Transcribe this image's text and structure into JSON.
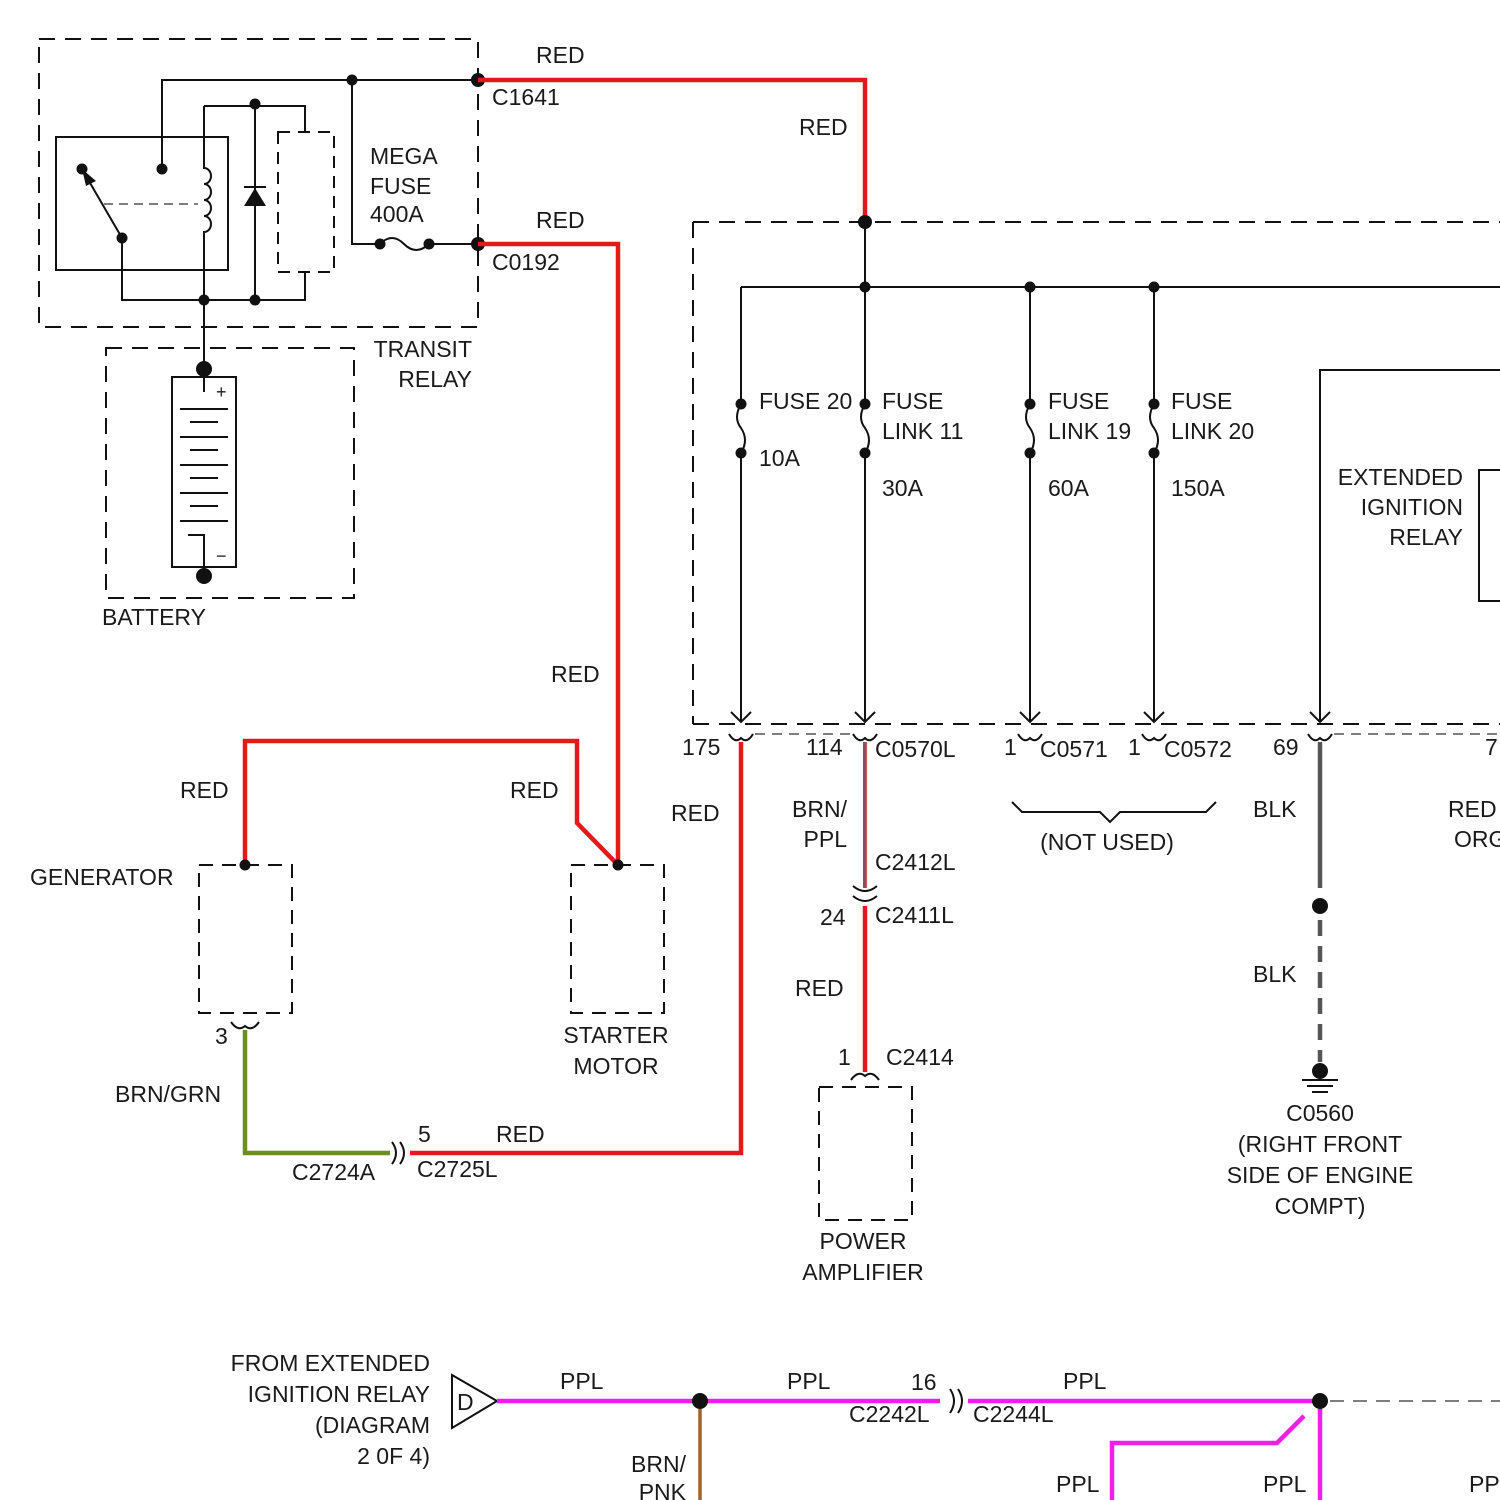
{
  "components": {
    "transit_relay": [
      "TRANSIT",
      "RELAY"
    ],
    "mega_fuse": [
      "MEGA",
      "FUSE",
      "400A"
    ],
    "battery": "BATTERY",
    "generator": "GENERATOR",
    "starter_motor": [
      "STARTER",
      "MOTOR"
    ],
    "power_amplifier": [
      "POWER",
      "AMPLIFIER"
    ],
    "extended_ignition_relay": [
      "EXTENDED",
      "IGNITION",
      "RELAY"
    ],
    "from_extended_ignition_relay": [
      "FROM EXTENDED",
      "IGNITION RELAY",
      "(DIAGRAM",
      "2 0F 4)"
    ],
    "offpage_letter": "D",
    "ground_location": [
      "C0560",
      "(RIGHT FRONT",
      "SIDE OF ENGINE",
      "COMPT)"
    ],
    "not_used": "(NOT USED)"
  },
  "fuses": [
    {
      "label": [
        "FUSE 20",
        ""
      ],
      "rating": "10A"
    },
    {
      "label": [
        "FUSE",
        "LINK 11"
      ],
      "rating": "30A"
    },
    {
      "label": [
        "FUSE",
        "LINK 19"
      ],
      "rating": "60A"
    },
    {
      "label": [
        "FUSE",
        "LINK 20"
      ],
      "rating": "150A"
    }
  ],
  "connectors": {
    "c1641": "C1641",
    "c0192": "C0192",
    "c0570l": "C0570L",
    "c0571": "C0571",
    "c0572": "C0572",
    "c2412l": "C2412L",
    "c2411l": "C2411L",
    "c2414": "C2414",
    "c2724a": "C2724A",
    "c2725l": "C2725L",
    "c2242l": "C2242L",
    "c2244l": "C2244L"
  },
  "pins": {
    "p175": "175",
    "p114": "114",
    "p1a": "1",
    "p1b": "1",
    "p69": "69",
    "p7": "7",
    "p24": "24",
    "p1_amp": "1",
    "p3_gen": "3",
    "p5": "5",
    "p16": "16"
  },
  "wires": {
    "red_c1641": "RED",
    "red_c1641_drop": "RED",
    "red_c0192": "RED",
    "red_to_starter": "RED",
    "red_generator": "RED",
    "red_starter_top": "RED",
    "red_pin175": "RED",
    "brn_ppl": [
      "BRN/",
      "PPL"
    ],
    "red_amp": "RED",
    "blk_1": "BLK",
    "blk_2": "BLK",
    "red_org": [
      "RED",
      "ORG"
    ],
    "brn_grn": "BRN/GRN",
    "red_c2725": "RED",
    "ppl_1": "PPL",
    "ppl_2": "PPL",
    "ppl_3": "PPL",
    "brn_pnk": [
      "BRN/",
      "PNK"
    ],
    "ppl_4": "PPL",
    "ppl_5": "PPL",
    "ppl_6": "PP"
  },
  "wire_colors": {
    "red": "#e31a1c",
    "ppl": "#f01ee8",
    "blk": "#555555",
    "brn_grn": "#6b8e23",
    "brn_ppl": "#8b4a6b",
    "brn_pnk": "#a0622d"
  }
}
